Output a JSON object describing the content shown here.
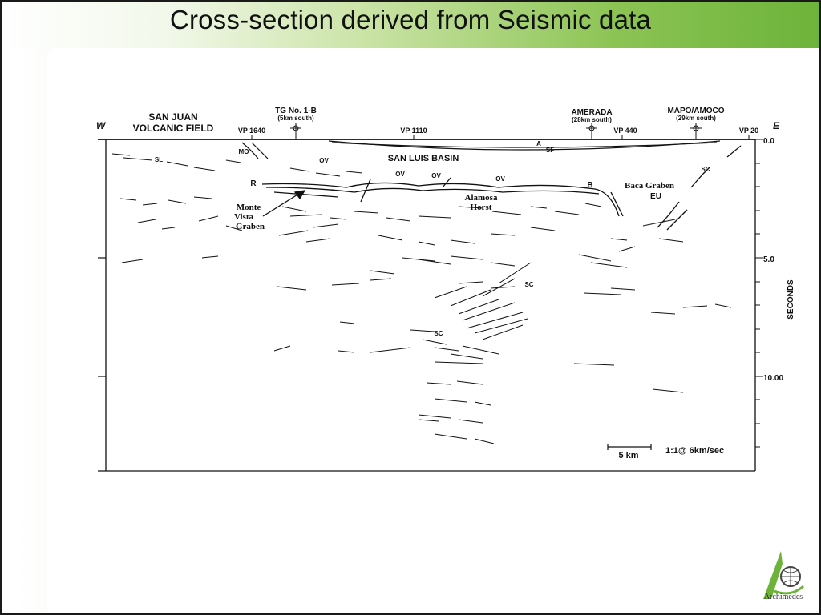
{
  "slide": {
    "title": "Cross-section derived from Seismic data"
  },
  "diagram": {
    "west_label": "W",
    "east_label": "E",
    "san_juan_line1": "SAN JUAN",
    "san_juan_line2": "VOLCANIC FIELD",
    "tg_title": "TG No. 1-B",
    "tg_note": "(5km south)",
    "amerada_title": "AMERADA",
    "amerada_note": "(28km south)",
    "mapo_title": "MAPO/AMOCO",
    "mapo_note": "(29km south)",
    "vp_1640": "VP 1640",
    "vp_1110": "VP 1110",
    "vp_440": "VP 440",
    "vp_20": "VP 20",
    "basin_label": "SAN LUIS BASIN",
    "labels": {
      "mo": "MO",
      "sl": "SL",
      "ov1": "OV",
      "ov2": "OV",
      "ov3": "OV",
      "ov4": "OV",
      "a": "A",
      "sf": "SF",
      "r": "R",
      "b": "B",
      "sc1": "SC",
      "sc2": "SC",
      "sc3": "SC",
      "eu": "EU"
    },
    "baca_graben": "Baca Graben",
    "monte1": "Monte",
    "monte2": "Vista",
    "monte3": "Graben",
    "alamosa1": "Alamosa",
    "alamosa2": "Horst",
    "axis_ticks": [
      "0.0",
      "5.0",
      "10.00"
    ],
    "axis_label": "SECONDS",
    "scale_label": "5 km",
    "ratio_label": "1:1@ 6km/sec"
  },
  "logo": {
    "text": "Archimedes",
    "colors": {
      "green": "#6db33a",
      "dark": "#444444"
    }
  }
}
